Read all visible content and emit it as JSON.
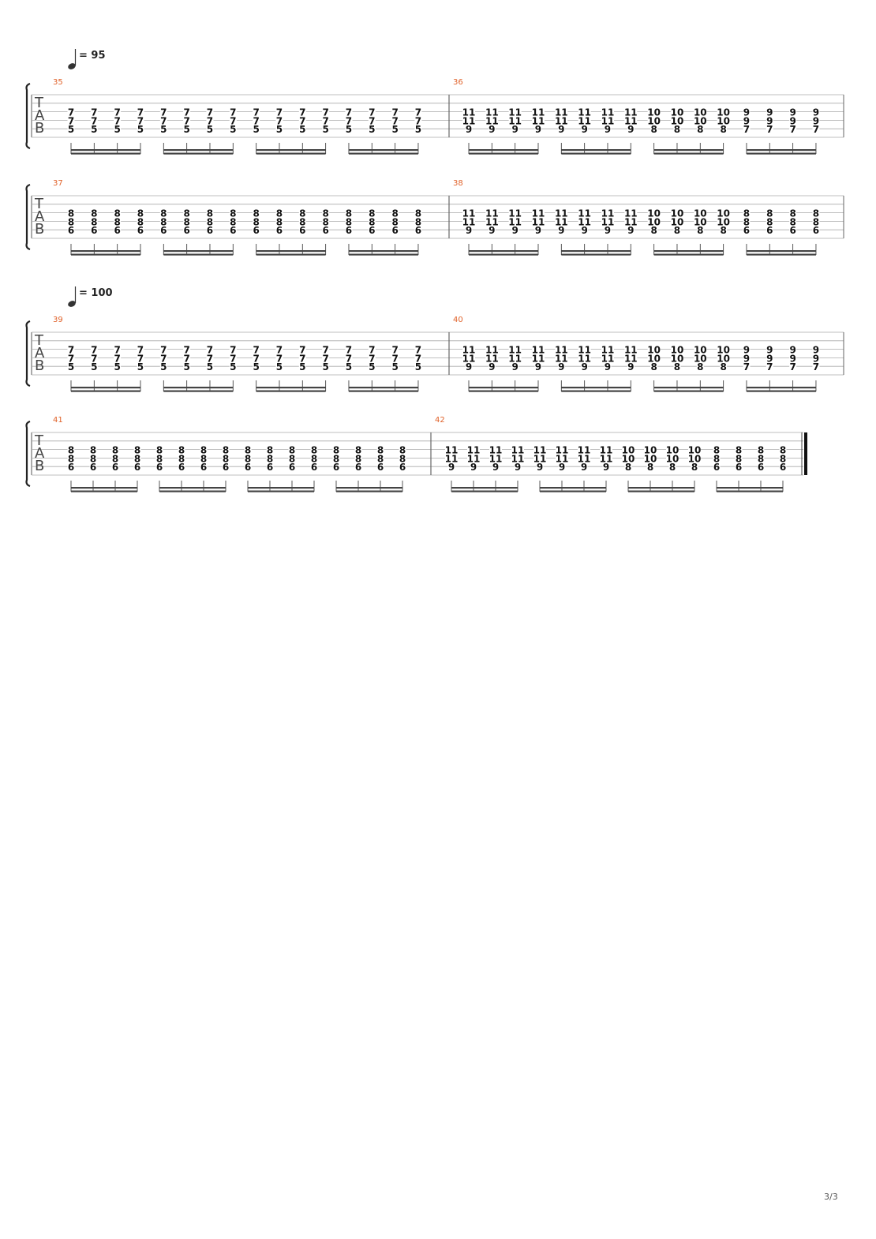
{
  "document": {
    "type": "guitar-tab",
    "page_number": "3/3"
  },
  "tab_clef": [
    "T",
    "A",
    "B"
  ],
  "systems": [
    {
      "tempo": "= 95",
      "measures": [
        {
          "number": "35",
          "beats": [
            {
              "frets": [
                "7",
                "7",
                "5"
              ],
              "count": 4
            },
            {
              "frets": [
                "7",
                "7",
                "5"
              ],
              "count": 4
            },
            {
              "frets": [
                "7",
                "7",
                "5"
              ],
              "count": 4
            },
            {
              "frets": [
                "7",
                "7",
                "5"
              ],
              "count": 4
            }
          ]
        },
        {
          "number": "36",
          "beats": [
            {
              "frets": [
                "11",
                "11",
                "9"
              ],
              "count": 4
            },
            {
              "frets": [
                "11",
                "11",
                "9"
              ],
              "count": 4
            },
            {
              "frets": [
                "10",
                "10",
                "8"
              ],
              "count": 4
            },
            {
              "frets": [
                "9",
                "9",
                "7"
              ],
              "count": 4
            }
          ]
        }
      ]
    },
    {
      "tempo": null,
      "measures": [
        {
          "number": "37",
          "beats": [
            {
              "frets": [
                "8",
                "8",
                "6"
              ],
              "count": 4
            },
            {
              "frets": [
                "8",
                "8",
                "6"
              ],
              "count": 4
            },
            {
              "frets": [
                "8",
                "8",
                "6"
              ],
              "count": 4
            },
            {
              "frets": [
                "8",
                "8",
                "6"
              ],
              "count": 4
            }
          ]
        },
        {
          "number": "38",
          "beats": [
            {
              "frets": [
                "11",
                "11",
                "9"
              ],
              "count": 4
            },
            {
              "frets": [
                "11",
                "11",
                "9"
              ],
              "count": 4
            },
            {
              "frets": [
                "10",
                "10",
                "8"
              ],
              "count": 4
            },
            {
              "frets": [
                "8",
                "8",
                "6"
              ],
              "count": 4
            }
          ]
        }
      ]
    },
    {
      "tempo": "= 100",
      "measures": [
        {
          "number": "39",
          "beats": [
            {
              "frets": [
                "7",
                "7",
                "5"
              ],
              "count": 4
            },
            {
              "frets": [
                "7",
                "7",
                "5"
              ],
              "count": 4
            },
            {
              "frets": [
                "7",
                "7",
                "5"
              ],
              "count": 4
            },
            {
              "frets": [
                "7",
                "7",
                "5"
              ],
              "count": 4
            }
          ]
        },
        {
          "number": "40",
          "beats": [
            {
              "frets": [
                "11",
                "11",
                "9"
              ],
              "count": 4
            },
            {
              "frets": [
                "11",
                "11",
                "9"
              ],
              "count": 4
            },
            {
              "frets": [
                "10",
                "10",
                "8"
              ],
              "count": 4
            },
            {
              "frets": [
                "9",
                "9",
                "7"
              ],
              "count": 4
            }
          ]
        }
      ]
    },
    {
      "tempo": null,
      "final_barline": true,
      "measures": [
        {
          "number": "41",
          "beats": [
            {
              "frets": [
                "8",
                "8",
                "6"
              ],
              "count": 4
            },
            {
              "frets": [
                "8",
                "8",
                "6"
              ],
              "count": 4
            },
            {
              "frets": [
                "8",
                "8",
                "6"
              ],
              "count": 4
            },
            {
              "frets": [
                "8",
                "8",
                "6"
              ],
              "count": 4
            }
          ]
        },
        {
          "number": "42",
          "beats": [
            {
              "frets": [
                "11",
                "11",
                "9"
              ],
              "count": 4
            },
            {
              "frets": [
                "11",
                "11",
                "9"
              ],
              "count": 4
            },
            {
              "frets": [
                "10",
                "10",
                "8"
              ],
              "count": 4
            },
            {
              "frets": [
                "8",
                "8",
                "6"
              ],
              "count": 4
            }
          ]
        }
      ]
    }
  ]
}
